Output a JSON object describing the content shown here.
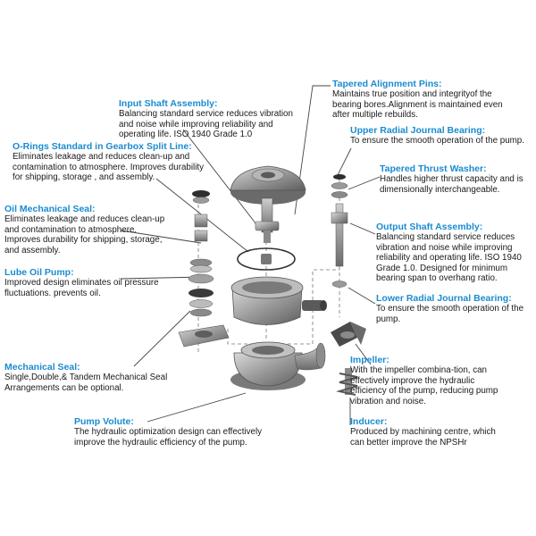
{
  "colors": {
    "heading": "#1a8bd0",
    "body": "#1a1a1a",
    "leader": "#444444",
    "metal": "#8a8a8a"
  },
  "callouts": {
    "input_shaft": {
      "title": "Input Shaft Assembly:",
      "text": "Balancing standard service reduces vibration\nand noise while improving reliability and\noperating life. ISO 1940 Grade 1.0"
    },
    "tapered_pins": {
      "title": "Tapered Alignment Pins:",
      "text": "Maintains true position and integrityof the\nbearing bores.Alignment is maintained even\nafter multiple rebuilds."
    },
    "upper_radial": {
      "title": "Upper Radial Journal Bearing:",
      "text": "To ensure the smooth operation of the pump."
    },
    "orings": {
      "title": "O-Rings Standard in Gearbox Split Line:",
      "text": "Eliminates leakage and reduces clean-up and\ncontamination to atmosphere. Improves durability\nfor shipping, storage , and  assembly."
    },
    "thrust_washer": {
      "title": "Tapered Thrust Washer:",
      "text": "Handles higher thrust capacity and is\ndimensionally interchangeable."
    },
    "oil_seal": {
      "title": "Oil Mechanical Seal:",
      "text": "Eliminates leakage and reduces clean-up\nand contamination to atmosphere.\nImproves durability for shipping, storage,\nand assembly."
    },
    "output_shaft": {
      "title": "Output Shaft Assembly:",
      "text": "Balancing standard service reduces\nvibration and noise while improving\nreliability and operating life. ISO 1940\nGrade 1.0. Designed for minimum\nbearing span to overhang ratio."
    },
    "lube_pump": {
      "title": "Lube Oil Pump:",
      "text": "Improved design eliminates oil pressure\nfluctuations.  prevents oil."
    },
    "lower_radial": {
      "title": "Lower Radial Journal Bearing:",
      "text": "To ensure the smooth operation of the\npump."
    },
    "mech_seal": {
      "title": "Mechanical Seal:",
      "text": "Single,Double,& Tandem Mechanical Seal\nArrangements  can be optional."
    },
    "impeller": {
      "title": "Impeller:",
      "text": "With the impeller combina-tion, can\neffectively improve the hydraulic\nefficiency of the pump, reducing pump\nvibration and noise."
    },
    "volute": {
      "title": "Pump Volute:",
      "text": "The hydraulic optimization design can effectively\nimprove the hydraulic efficiency of the pump."
    },
    "inducer": {
      "title": "Inducer:",
      "text": "Produced by machining centre, which\ncan better improve the NPSHr"
    }
  }
}
